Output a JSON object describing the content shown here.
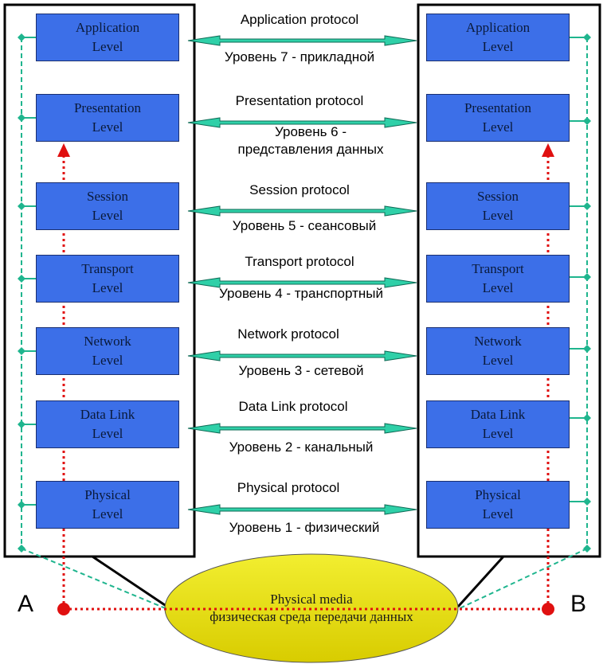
{
  "host_a": {
    "label": "A",
    "layers": [
      {
        "line1": "Application",
        "line2": "Level"
      },
      {
        "line1": "Presentation",
        "line2": "Level"
      },
      {
        "line1": "Session",
        "line2": "Level"
      },
      {
        "line1": "Transport",
        "line2": "Level"
      },
      {
        "line1": "Network",
        "line2": "Level"
      },
      {
        "line1": "Data Link",
        "line2": "Level"
      },
      {
        "line1": "Physical",
        "line2": "Level"
      }
    ]
  },
  "host_b": {
    "label": "B",
    "layers": [
      {
        "line1": "Application",
        "line2": "Level"
      },
      {
        "line1": "Presentation",
        "line2": "Level"
      },
      {
        "line1": "Session",
        "line2": "Level"
      },
      {
        "line1": "Transport",
        "line2": "Level"
      },
      {
        "line1": "Network",
        "line2": "Level"
      },
      {
        "line1": "Data Link",
        "line2": "Level"
      },
      {
        "line1": "Physical",
        "line2": "Level"
      }
    ]
  },
  "protocols": [
    {
      "name": "Application protocol",
      "ru": "Уровень 7 - прикладной"
    },
    {
      "name": "Presentation protocol",
      "ru": "Уровень 6 -\nпредставления данных"
    },
    {
      "name": "Session protocol",
      "ru": "Уровень 5 - сеансовый"
    },
    {
      "name": "Transport protocol",
      "ru": "Уровень 4 - транспортный"
    },
    {
      "name": "Network protocol",
      "ru": "Уровень 3 - сетевой"
    },
    {
      "name": "Data Link protocol",
      "ru": "Уровень 2 - канальный"
    },
    {
      "name": "Physical protocol",
      "ru": "Уровень 1 - физический"
    }
  ],
  "media": {
    "line1": "Physical media",
    "line2": "физическая среда передачи данных"
  },
  "colors": {
    "layer_fill": "#3c6fe8",
    "arrow": "#2fd0a8",
    "dashed": "#1fb58e",
    "red_path": "#e01010",
    "ellipse_fill": "#e8e000"
  }
}
